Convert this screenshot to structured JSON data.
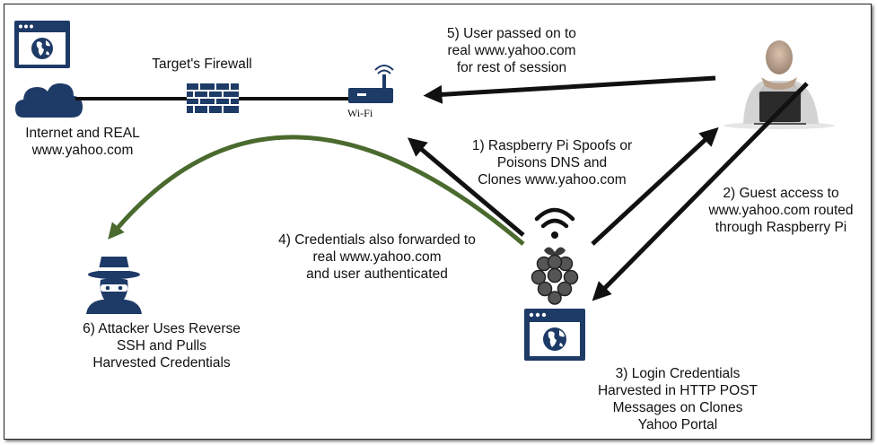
{
  "labels": {
    "firewall": "Target's Firewall",
    "wifi": "Wi-Fi",
    "internet": [
      "Internet and REAL",
      "www.yahoo.com"
    ],
    "step1": [
      "1) Raspberry Pi Spoofs or",
      "Poisons DNS and",
      "Clones www.yahoo.com"
    ],
    "step2": [
      "2) Guest access to",
      "www.yahoo.com routed",
      "through Raspberry Pi"
    ],
    "step3": [
      "3) Login Credentials",
      "Harvested in HTTP POST",
      "Messages on Clones",
      "Yahoo Portal"
    ],
    "step4": [
      "4) Credentials also forwarded to",
      "real www.yahoo.com",
      "and user authenticated"
    ],
    "step5": [
      "5) User passed on to",
      "real www.yahoo.com",
      "for rest of session"
    ],
    "step6": [
      "6) Attacker Uses Reverse",
      "SSH and Pulls",
      "Harvested Credentials"
    ]
  },
  "icons": [
    "browser-globe-icon",
    "cloud-icon",
    "firewall-brick-icon",
    "wifi-router-icon",
    "user-photo",
    "wifi-signal-icon",
    "raspberry-pi-icon",
    "attacker-icon"
  ],
  "colors": {
    "navy": "#1e3a66",
    "arrow": "#111111",
    "green_arrow": "#4a6a2e"
  }
}
